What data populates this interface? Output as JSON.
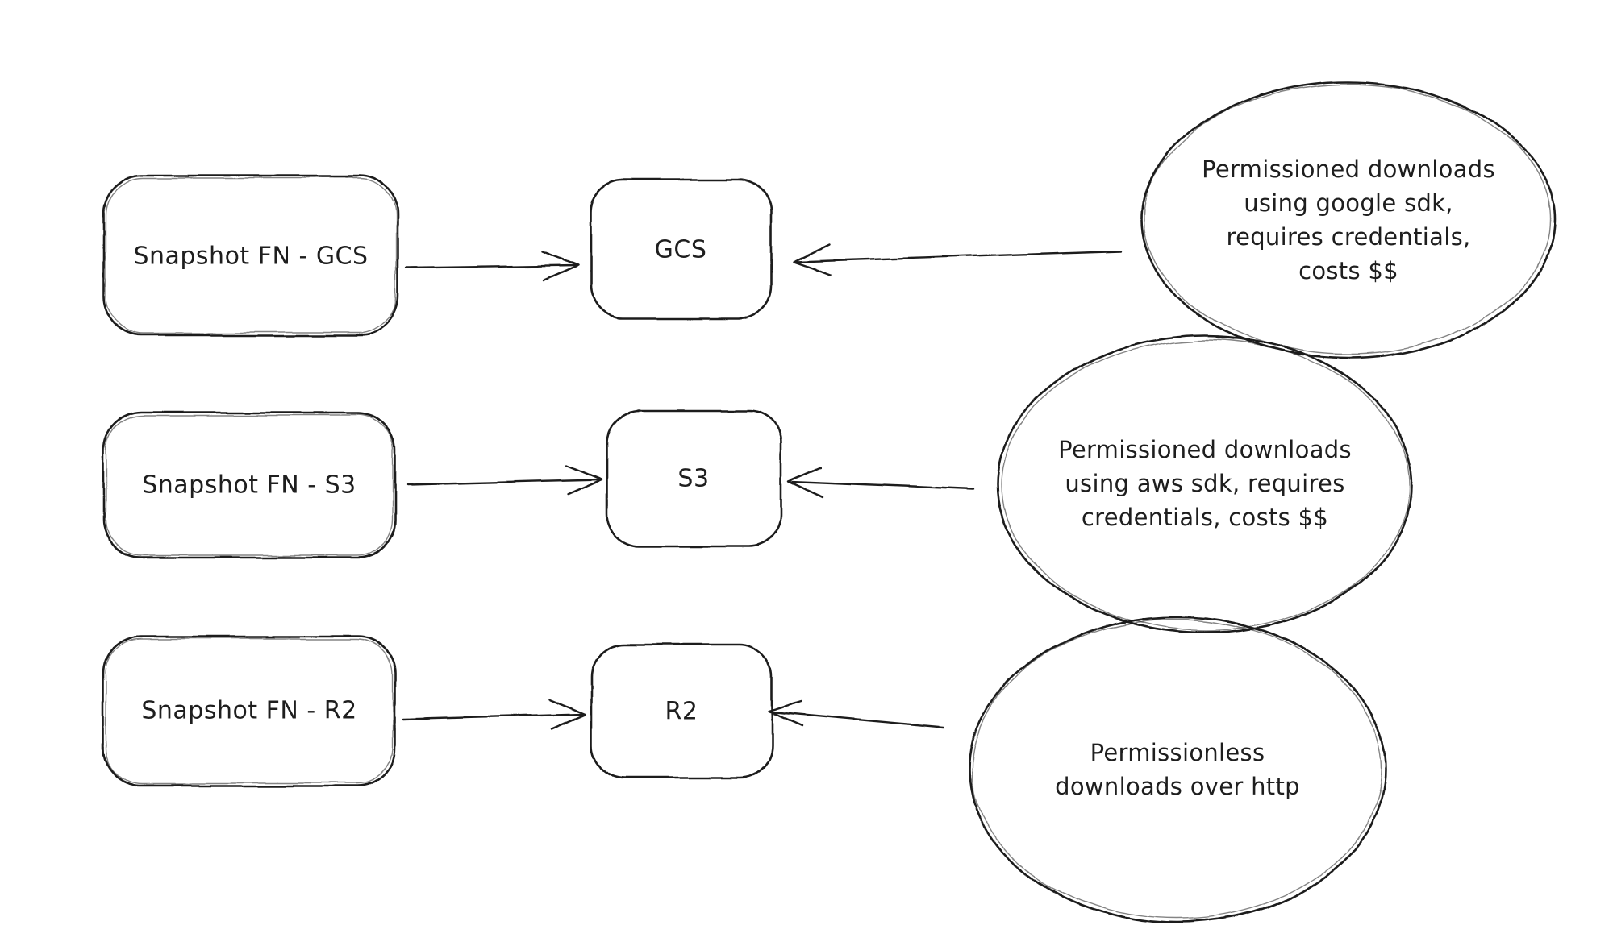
{
  "canvas": {
    "background": "#ffffff",
    "ink": "#1e1e1e",
    "style": "hand-drawn whiteboard sketch"
  },
  "nodes": {
    "sources": [
      {
        "id": "snapshot-fn-gcs",
        "label": "Snapshot FN - GCS",
        "shape": "rounded-rectangle"
      },
      {
        "id": "snapshot-fn-s3",
        "label": "Snapshot FN - S3",
        "shape": "rounded-rectangle"
      },
      {
        "id": "snapshot-fn-r2",
        "label": "Snapshot FN - R2",
        "shape": "rounded-rectangle"
      }
    ],
    "targets": [
      {
        "id": "gcs",
        "label": "GCS",
        "shape": "rounded-rectangle"
      },
      {
        "id": "s3",
        "label": "S3",
        "shape": "rounded-rectangle"
      },
      {
        "id": "r2",
        "label": "R2",
        "shape": "rounded-rectangle"
      }
    ],
    "notes": [
      {
        "id": "note-gcs",
        "shape": "ellipse",
        "lines": [
          "Permissioned downloads",
          "using google sdk,",
          "requires credentials,",
          "costs $$"
        ]
      },
      {
        "id": "note-s3",
        "shape": "ellipse",
        "lines": [
          "Permissioned downloads",
          "using aws sdk, requires",
          "credentials, costs $$"
        ]
      },
      {
        "id": "note-r2",
        "shape": "ellipse",
        "lines": [
          "Permissionless",
          "downloads over http"
        ]
      }
    ]
  },
  "edges": [
    {
      "from": "snapshot-fn-gcs",
      "to": "gcs",
      "arrowhead": "open",
      "direction": "right"
    },
    {
      "from": "note-gcs",
      "to": "gcs",
      "arrowhead": "open",
      "direction": "left"
    },
    {
      "from": "snapshot-fn-s3",
      "to": "s3",
      "arrowhead": "open",
      "direction": "right"
    },
    {
      "from": "note-s3",
      "to": "s3",
      "arrowhead": "open",
      "direction": "left"
    },
    {
      "from": "snapshot-fn-r2",
      "to": "r2",
      "arrowhead": "open",
      "direction": "right"
    },
    {
      "from": "note-r2",
      "to": "r2",
      "arrowhead": "open",
      "direction": "left"
    }
  ]
}
